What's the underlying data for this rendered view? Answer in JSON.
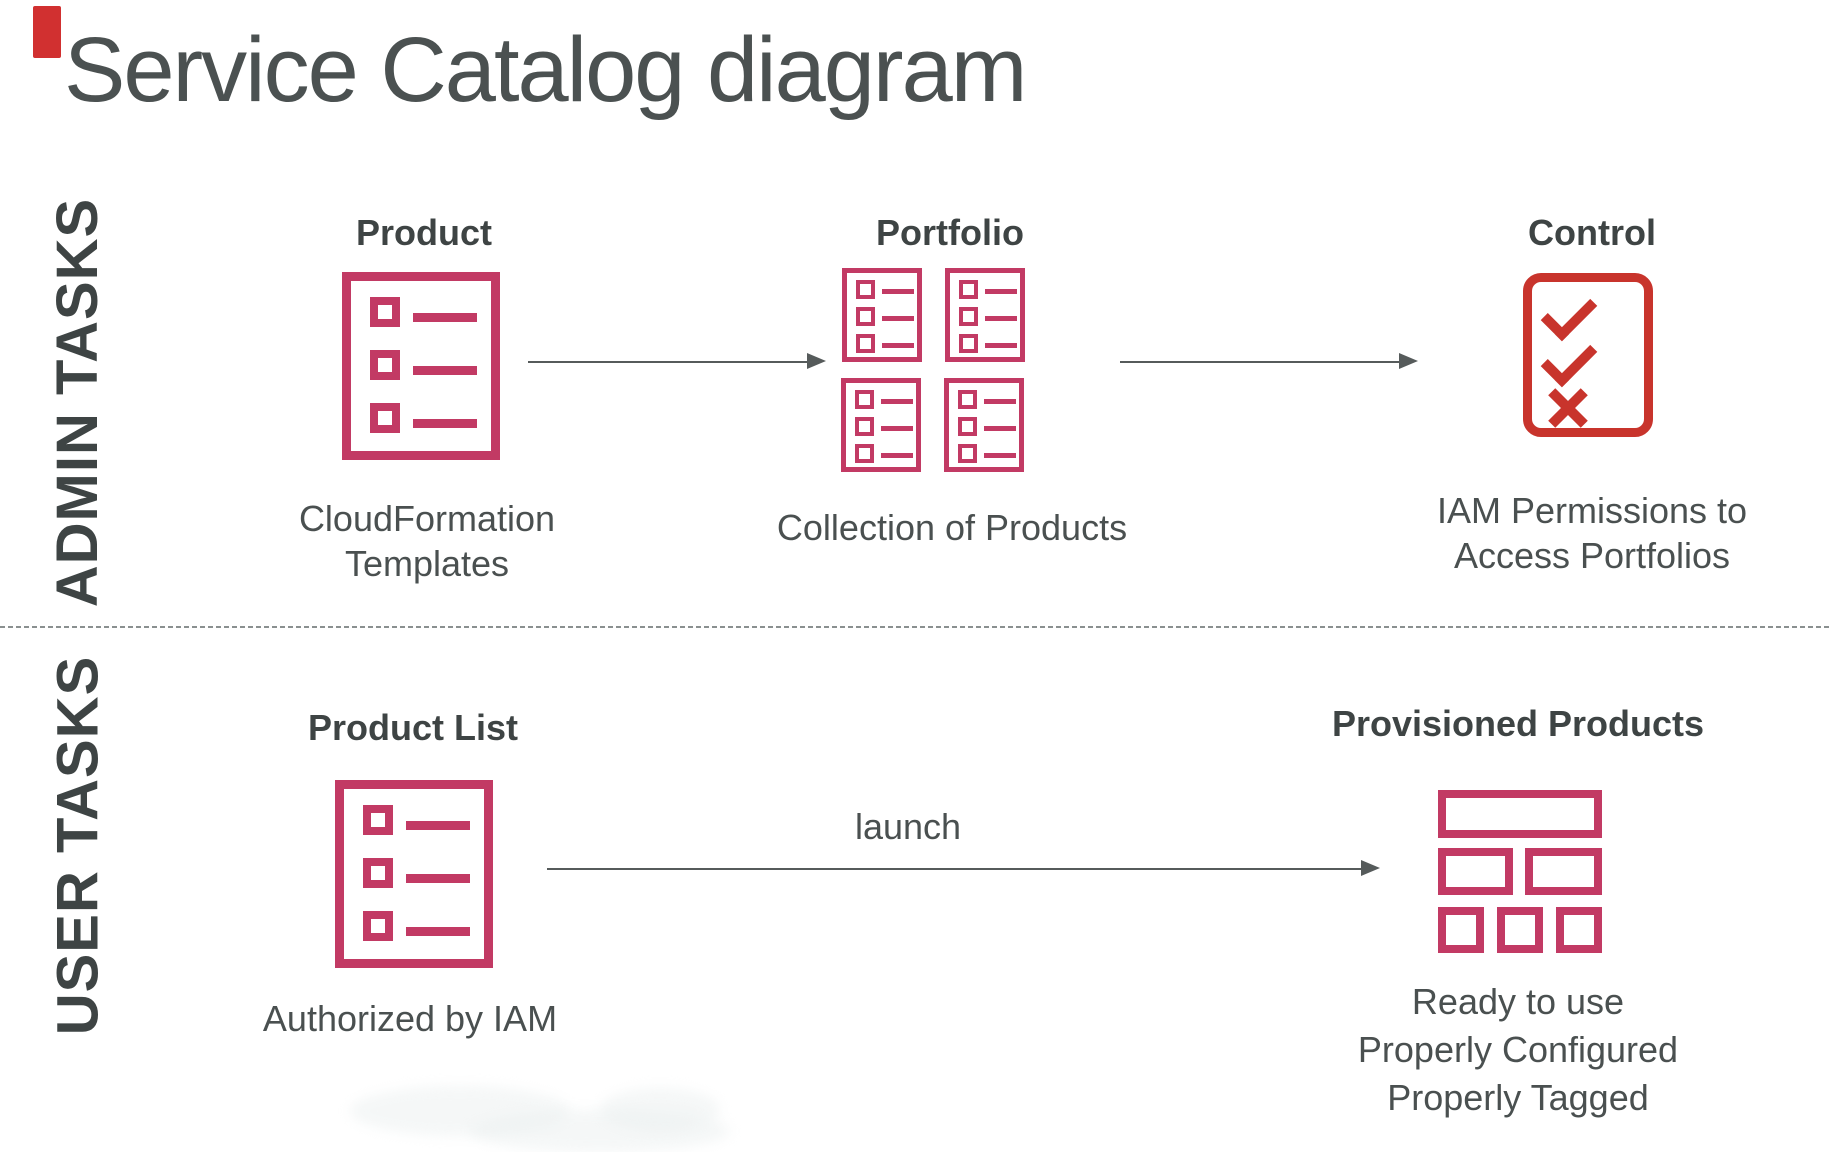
{
  "page": {
    "title": "Service Catalog diagram"
  },
  "colors": {
    "icon_pink": "#c23a64",
    "icon_red": "#c8342c",
    "text_dark": "#3e4444",
    "text_body": "#4a5050",
    "arrow_gray": "#565b5b",
    "marker_red": "#d13030"
  },
  "admin_row": {
    "label": "ADMIN TASKS",
    "product": {
      "heading": "Product",
      "caption": "CloudFormation\nTemplates",
      "icon": "product-list-icon"
    },
    "portfolio": {
      "heading": "Portfolio",
      "caption": "Collection of Products",
      "icon": "portfolio-grid-icon"
    },
    "control": {
      "heading": "Control",
      "caption": "IAM Permissions to\nAccess Portfolios",
      "icon": "checklist-icon"
    }
  },
  "user_row": {
    "label": "USER TASKS",
    "launch_label": "launch",
    "product_list": {
      "heading": "Product List",
      "caption": "Authorized by IAM",
      "icon": "product-list-icon"
    },
    "provisioned": {
      "heading": "Provisioned Products",
      "caption": "Ready to use\nProperly Configured\nProperly Tagged",
      "icon": "bricks-icon"
    }
  }
}
